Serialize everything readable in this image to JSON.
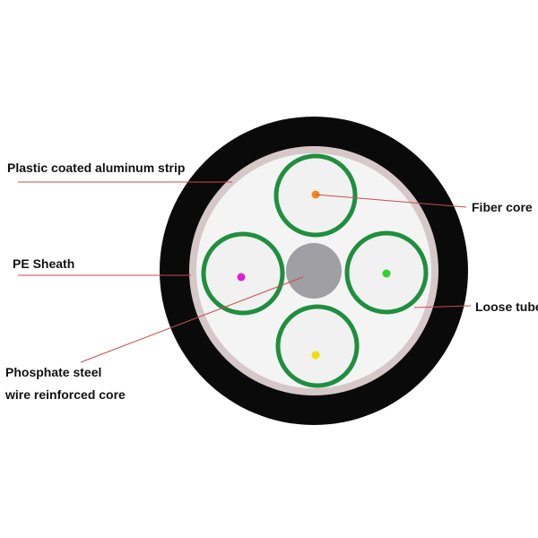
{
  "labels": {
    "aluminum_strip": "Plastic coated aluminum strip",
    "pe_sheath": "PE Sheath",
    "steel_core_line1": "Phosphate steel",
    "steel_core_line2": "wire reinforced core",
    "fiber_core": "Fiber core",
    "loose_tube": "Loose tube"
  },
  "colors": {
    "sheath": "#0a0a0a",
    "aluminum_strip": "#d6c8c8",
    "interior": "#f4f4f4",
    "tube_ring": "#1e8f3e",
    "tube_fill": "#f1f1f1",
    "steel_core": "#a0a0a4",
    "leader_line": "#c84c4c",
    "fiber_orange": "#f08a1c",
    "fiber_magenta": "#e020d0",
    "fiber_green": "#30d030",
    "fiber_yellow": "#f0e000"
  }
}
